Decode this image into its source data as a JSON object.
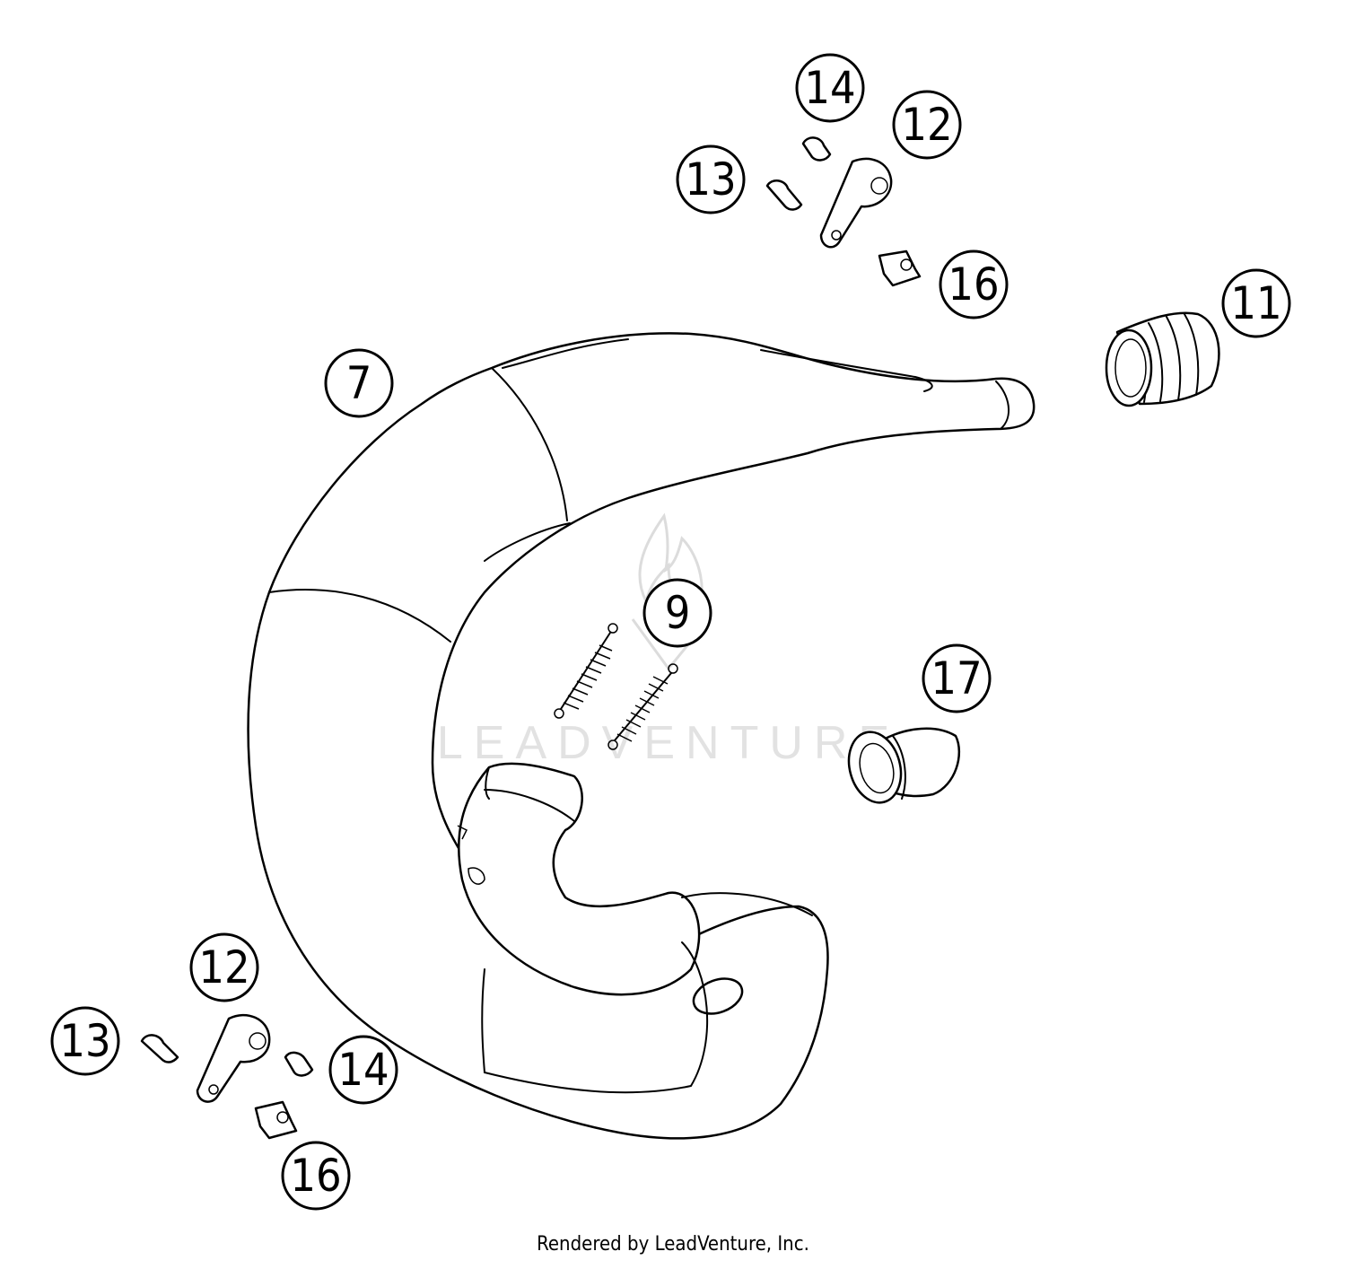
{
  "watermark": {
    "text": "LEADVENTURE"
  },
  "footer": {
    "text": "Rendered by LeadVenture, Inc."
  },
  "callouts": [
    {
      "id": "c7",
      "label": "7"
    },
    {
      "id": "c9",
      "label": "9"
    },
    {
      "id": "c11",
      "label": "11"
    },
    {
      "id": "c12-top",
      "label": "12"
    },
    {
      "id": "c13-top",
      "label": "13"
    },
    {
      "id": "c14-top",
      "label": "14"
    },
    {
      "id": "c16-top",
      "label": "16"
    },
    {
      "id": "c17",
      "label": "17"
    },
    {
      "id": "c12-bot",
      "label": "12"
    },
    {
      "id": "c13-bot",
      "label": "13"
    },
    {
      "id": "c14-bot",
      "label": "14"
    },
    {
      "id": "c16-bot",
      "label": "16"
    }
  ]
}
